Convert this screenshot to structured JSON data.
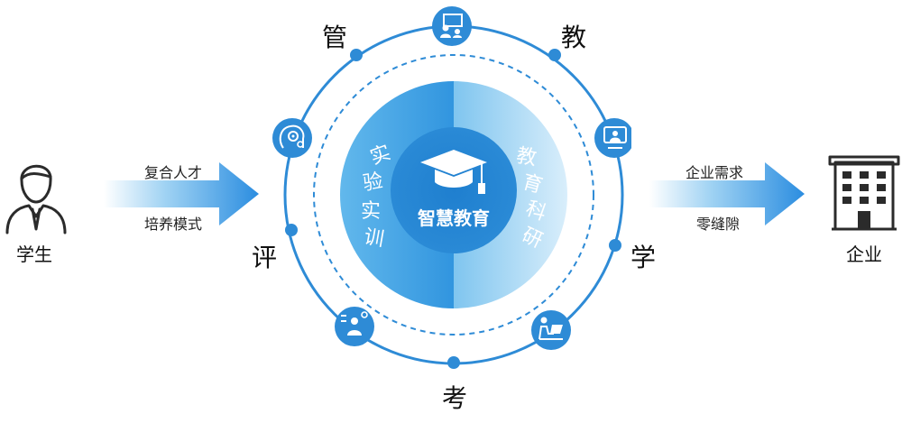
{
  "left": {
    "label": "学生",
    "arrow_top": "复合人才",
    "arrow_bottom": "培养模式"
  },
  "right": {
    "label": "企业",
    "arrow_top": "企业需求",
    "arrow_bottom": "零缝隙"
  },
  "ring": {
    "top_left": "管",
    "top_right": "教",
    "right": "学",
    "bottom": "考",
    "left": "评"
  },
  "center": {
    "title": "智慧教育",
    "left_words": [
      "实",
      "验",
      "实",
      "训"
    ],
    "right_words": [
      "教",
      "育",
      "科",
      "研"
    ]
  },
  "icons": [
    "teacher-board-icon",
    "video-teaching-icon",
    "student-laptop-icon",
    "exam-person-icon",
    "brain-gear-icon"
  ],
  "colors": {
    "primary": "#2f8fd8",
    "ring": "#2e8bd6",
    "light": "#bfe2f7"
  }
}
